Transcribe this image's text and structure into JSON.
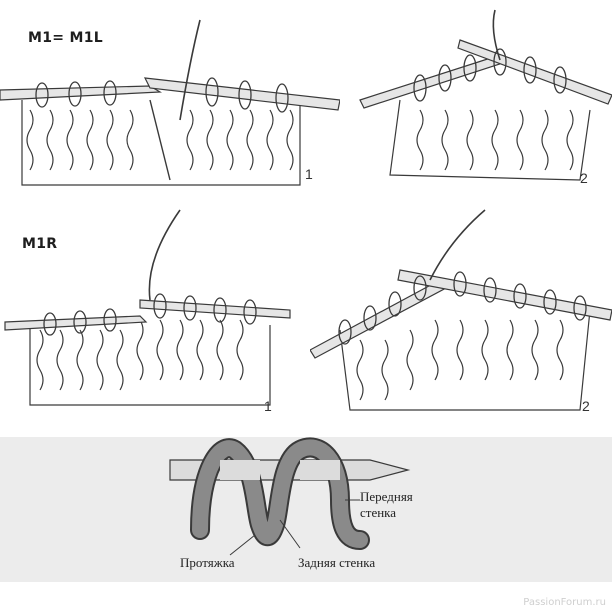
{
  "labels": {
    "m1_m1l": "M1= M1L",
    "m1r": "M1R"
  },
  "steps": {
    "top_left": "1",
    "top_right": "2",
    "bottom_left": "1",
    "bottom_right": "2"
  },
  "loop_diagram": {
    "front_wall": "Передняя\nстенка",
    "front_wall_line1": "Передняя",
    "front_wall_line2": "стенка",
    "strand": "Протяжка",
    "back_wall": "Задняя стенка"
  },
  "watermark": "PassionForum.ru",
  "colors": {
    "ink": "#3a3a3a",
    "needle": "#d9d9d9",
    "yarn": "#7a7a7a",
    "background": "#ffffff",
    "bottom_band": "#ececec"
  }
}
